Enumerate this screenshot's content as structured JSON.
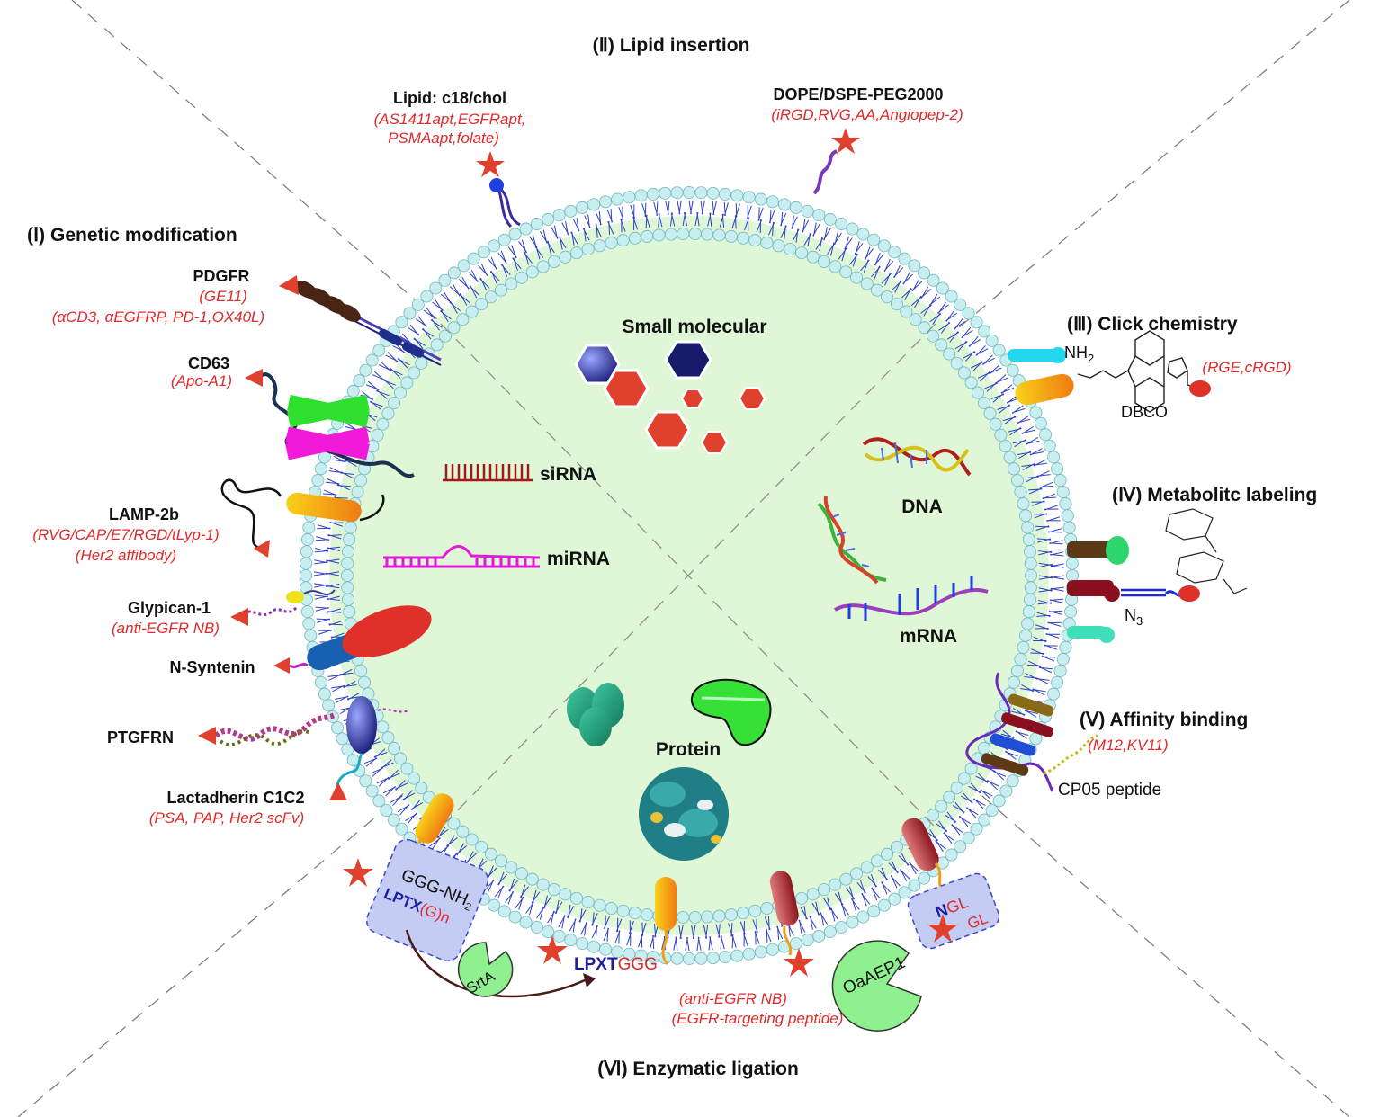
{
  "sections": {
    "genetic": "(Ⅰ) Genetic modification",
    "lipid": "(Ⅱ) Lipid insertion",
    "click": "(Ⅲ) Click chemistry",
    "metabolic": "(Ⅳ) Metabolitc labeling",
    "affinity": "(Ⅴ) Affinity binding",
    "enzymatic": "(Ⅵ) Enzymatic ligation"
  },
  "cargo": {
    "small_molecular": "Small molecular",
    "sirna": "siRNA",
    "mirna": "miRNA",
    "dna": "DNA",
    "mrna": "mRNA",
    "protein": "Protein"
  },
  "lipid_insertion": {
    "c18": {
      "name": "Lipid: c18/chol",
      "ligands": [
        "(AS1411apt,EGFRapt,",
        "PSMAapt,folate)"
      ]
    },
    "dope": {
      "name": "DOPE/DSPE-PEG2000",
      "ligands": "(iRGD,RVG,AA,Angiopep-2)"
    }
  },
  "genetic_modification": {
    "pdgfr": {
      "name": "PDGFR",
      "ligands": [
        "(GE11)",
        "(αCD3, αEGFRP, PD-1,OX40L)"
      ]
    },
    "cd63": {
      "name": "CD63",
      "ligands": "(Apo-A1)"
    },
    "lamp2b": {
      "name": "LAMP-2b",
      "ligands": [
        "(RVG/CAP/E7/RGD/tLyp-1)",
        "(Her2 affibody)"
      ]
    },
    "glypican": {
      "name": "Glypican-1",
      "ligands": "(anti-EGFR NB)"
    },
    "syntenin": {
      "name": "N-Syntenin"
    },
    "ptgfrn": {
      "name": "PTGFRN"
    },
    "lactadherin": {
      "name": "Lactadherin C1C2",
      "ligands": "(PSA, PAP, Her2 scFv)"
    }
  },
  "click_chemistry": {
    "nh2": "NH",
    "nh2_sub": "2",
    "dbco": "DBCO",
    "ligands": "(RGE,cRGD)"
  },
  "metabolic": {
    "n3": "N",
    "n3_sub": "3"
  },
  "affinity_binding": {
    "ligands": "(M12,KV11)",
    "peptide": "CP05 peptide"
  },
  "enzymatic_ligation": {
    "ggg": "GGG-NH",
    "ggg_sub": "2",
    "lptx": "LPTX",
    "gn": "(G)n",
    "srta": "SrtA",
    "lpxt": "LPXT",
    "ggg2": "GGG",
    "ligands": [
      "(anti-EGFR NB)",
      "(EGFR-targeting peptide)"
    ],
    "oaaep1": "OaAEP1",
    "ngl_n": "N",
    "ngl_gl": "GL",
    "gl": "GL"
  },
  "colors": {
    "vesicle_fill": "#dff7d6",
    "lipid_head": "#c8eef0",
    "lipid_tail": "#2d3fc4",
    "ligand_red": "#e02a2a",
    "dark_blue": "#1a1a6e"
  }
}
